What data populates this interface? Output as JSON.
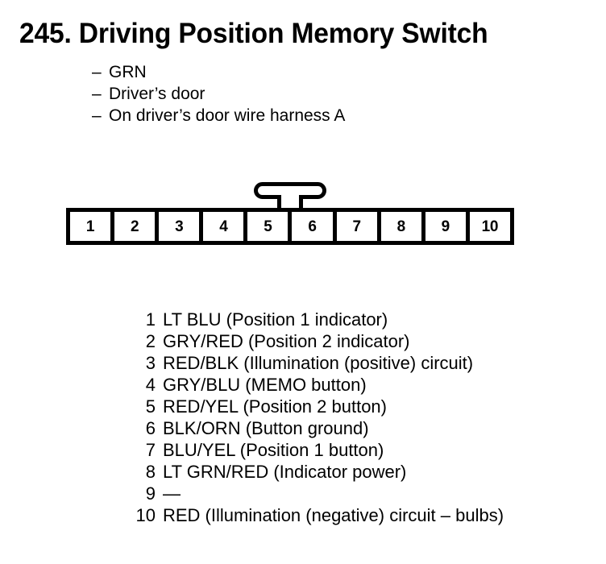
{
  "title": "245. Driving Position Memory Switch",
  "bullets": [
    {
      "dash": "–",
      "text": "GRN"
    },
    {
      "dash": "–",
      "text": "Driver’s door"
    },
    {
      "dash": "–",
      "text": "On driver’s door wire harness A"
    }
  ],
  "connector": {
    "latch_tab": "latch-tab",
    "cells": [
      {
        "number": "1"
      },
      {
        "number": "2"
      },
      {
        "number": "3"
      },
      {
        "number": "4"
      },
      {
        "number": "5"
      },
      {
        "number": "6"
      },
      {
        "number": "7"
      },
      {
        "number": "8"
      },
      {
        "number": "9"
      },
      {
        "number": "10"
      }
    ]
  },
  "pins": [
    {
      "number": "1",
      "description": "LT BLU (Position 1 indicator)"
    },
    {
      "number": "2",
      "description": "GRY/RED (Position 2 indicator)"
    },
    {
      "number": "3",
      "description": "RED/BLK (Illumination (positive) circuit)"
    },
    {
      "number": "4",
      "description": "GRY/BLU (MEMO button)"
    },
    {
      "number": "5",
      "description": "RED/YEL (Position 2 button)"
    },
    {
      "number": "6",
      "description": "BLK/ORN (Button ground)"
    },
    {
      "number": "7",
      "description": "BLU/YEL (Position 1 button)"
    },
    {
      "number": "8",
      "description": "LT GRN/RED (Indicator power)"
    },
    {
      "number": "9",
      "description": "—"
    },
    {
      "number": "10",
      "description": "RED (Illumination (negative) circuit – bulbs)"
    }
  ],
  "colors": {
    "ink": "#000000",
    "paper": "#ffffff"
  }
}
